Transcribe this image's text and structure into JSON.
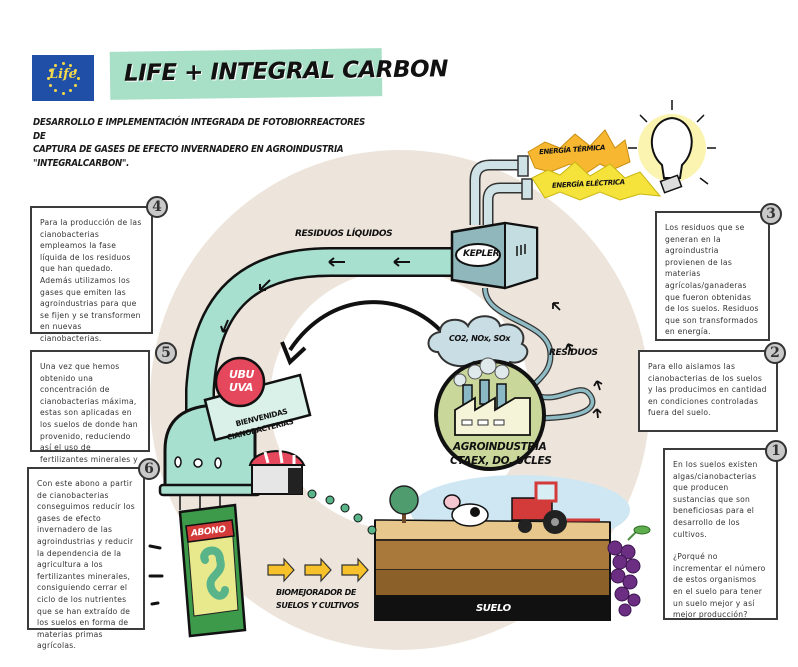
{
  "header": {
    "logo_text": "Life",
    "title": "LIFE + INTEGRAL CARBON",
    "subtitle_lines": [
      "DESARROLLO E IMPLEMENTACIÓN INTEGRADA DE FOTOBIORREACTORES DE",
      "CAPTURA DE GASES DE EFECTO INVERNADERO EN AGROINDUSTRIA",
      "\"INTEGRALCARBON\"."
    ]
  },
  "colors": {
    "eu_blue": "#1f4fa6",
    "banner_mint": "#a8dfc7",
    "pipe_mint": "#a8e0cf",
    "cycle_beige": "#ede5dc",
    "energy_orange": "#f7b731",
    "energy_yellow": "#f5e23a",
    "soil_brown": "#a8793a",
    "badge_gray": "#c9c9c9"
  },
  "steps": [
    {
      "number": "1",
      "paragraphs": [
        "En los suelos existen algas/cianobacterias que producen sustancias que son beneficiosas para el desarrollo de los cultivos.",
        "¿Porqué no incrementar el número de estos organismos en el suelo para tener un suelo mejor y así mejor producción?"
      ]
    },
    {
      "number": "2",
      "paragraphs": [
        "Para ello aislamos las cianobacterias de los suelos y las producimos en cantidad en condiciones controladas fuera del suelo."
      ]
    },
    {
      "number": "3",
      "paragraphs": [
        "Los residuos que se generan en la agroindustria provienen de las materias agrícolas/ganaderas que fueron obtenidas de los suelos. Residuos que son transformados en energía."
      ]
    },
    {
      "number": "4",
      "paragraphs": [
        "Para la producción de las cianobacterias empleamos la fase líquida de los residuos que han quedado. Además utilizamos los gases que emiten las agroindustrias para que se fijen y se transformen en nuevas cianobacterias."
      ]
    },
    {
      "number": "5",
      "paragraphs": [
        "Una vez que hemos obtenido una concentración de cianobacterias máxima, estas son aplicadas en los suelos de donde han provenido, reduciendo así el uso de fertilizantes minerales y consiguiendo un abono natural."
      ]
    },
    {
      "number": "6",
      "paragraphs": [
        "Con este abono a partir de cianobacterias conseguimos reducir los gases de efecto invernadero de las agroindustrias y reducir la dependencia de la agricultura a los fertilizantes minerales, consiguiendo cerrar el ciclo de los nutrientes que se han extraído de los suelos en forma de materias primas agrícolas."
      ]
    }
  ],
  "diagram": {
    "energia_termica": "ENERGÍA TÉRMICA",
    "energia_electrica": "ENERGÍA ELÉCTRICA",
    "kepler": "KEPLER",
    "residuos_liquidos": "RESIDUOS LÍQUIDOS",
    "gases": "CO2, NOx, SOx",
    "residuos": "RESIDUOS",
    "agroindustria_line1": "AGROINDUSTRIA",
    "agroindustria_line2": "CTAEX, DO. UCLES",
    "ubu": "UBU",
    "uva": "UVA",
    "bienvenidas_line1": "BIENVENIDAS",
    "bienvenidas_line2": "CIANOBACTERIAS",
    "abono": "ABONO",
    "biomejorador_line1": "BIOMEJORADOR DE",
    "biomejorador_line2": "SUELOS Y CULTIVOS",
    "suelo": "SUELO"
  }
}
